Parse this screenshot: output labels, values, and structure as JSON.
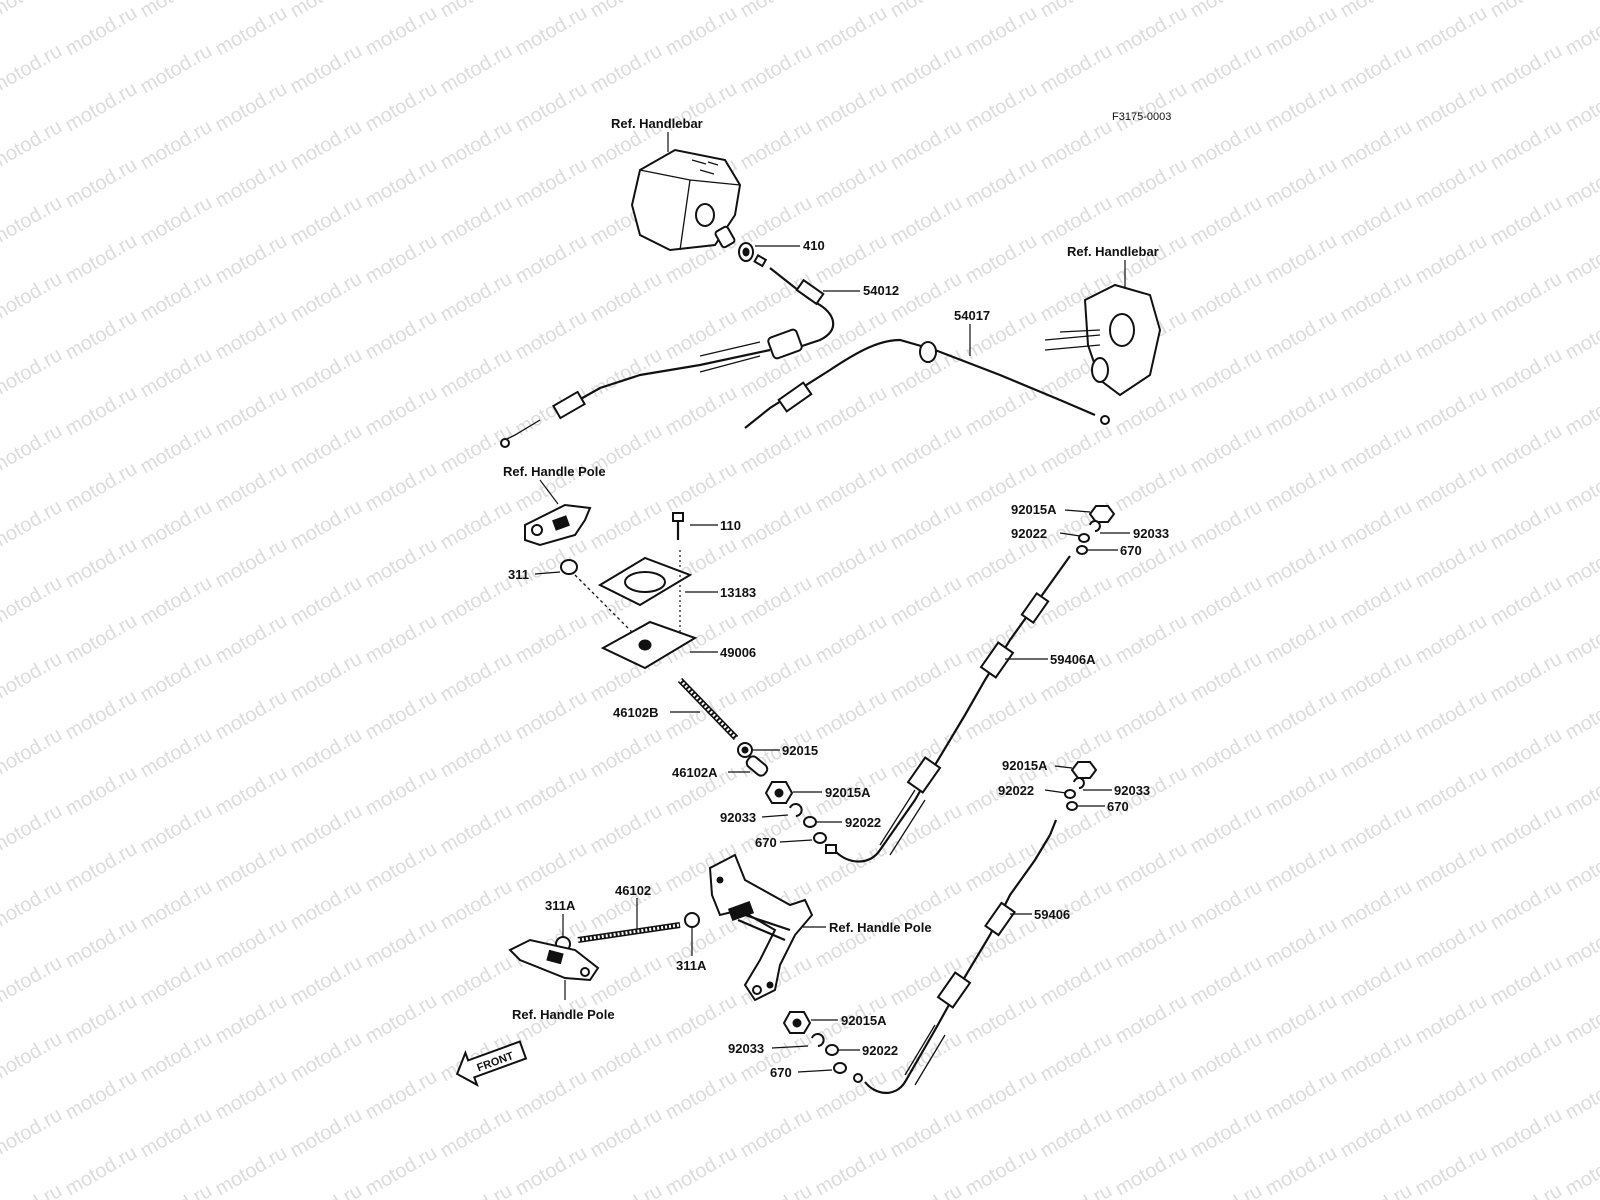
{
  "watermark": "motod.ru",
  "figure_code": "F3175-0003",
  "front_marker": "FRONT",
  "labels": {
    "ref_handlebar_left": "Ref. Handlebar",
    "ref_handlebar_right": "Ref. Handlebar",
    "p410": "410",
    "p54012": "54012",
    "p54017": "54017",
    "ref_handle_pole_top": "Ref. Handle Pole",
    "p110": "110",
    "p311": "311",
    "p13183": "13183",
    "p49006": "49006",
    "p46102B": "46102B",
    "p92015": "92015",
    "p46102A": "46102A",
    "p92015A_mid": "92015A",
    "p92033_mid": "92033",
    "p92022_mid": "92022",
    "p670_mid": "670",
    "p92015A_tr": "92015A",
    "p92022_tr": "92022",
    "p92033_tr": "92033",
    "p670_tr": "670",
    "p59406A": "59406A",
    "p92015A_r2": "92015A",
    "p92022_r2": "92022",
    "p92033_r2": "92033",
    "p670_r2": "670",
    "p59406": "59406",
    "p311A_left": "311A",
    "p46102": "46102",
    "p311A_mid": "311A",
    "ref_handle_pole_right": "Ref. Handle Pole",
    "ref_handle_pole_bottom": "Ref. Handle Pole",
    "p92015A_bot": "92015A",
    "p92033_bot": "92033",
    "p92022_bot": "92022",
    "p670_bot": "670"
  }
}
